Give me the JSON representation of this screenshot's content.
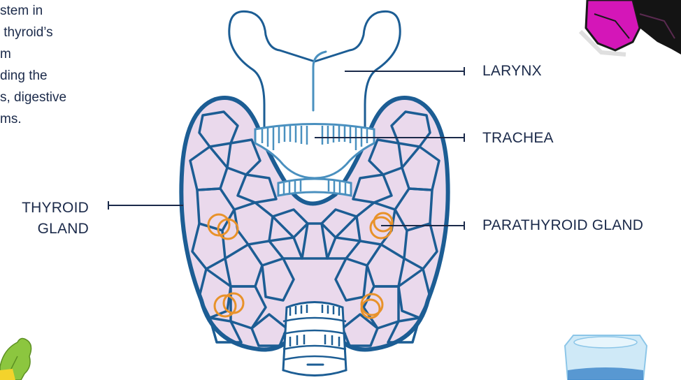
{
  "intro": {
    "lines": [
      "stem in",
      " thyroid’s",
      "m",
      "ding the",
      "s, digestive",
      "ms."
    ]
  },
  "labels": {
    "larynx": "LARYNX",
    "trachea": "TRACHEA",
    "parathyroid": "PARATHYROID GLAND",
    "thyroid_line1": "THYROID",
    "thyroid_line2": "GLAND"
  },
  "colors": {
    "outline_dark": "#1c5d94",
    "outline_light": "#4a90bf",
    "gland_fill": "#ead9ec",
    "parathyroid": "#e8922a",
    "text": "#1b2a4a"
  }
}
